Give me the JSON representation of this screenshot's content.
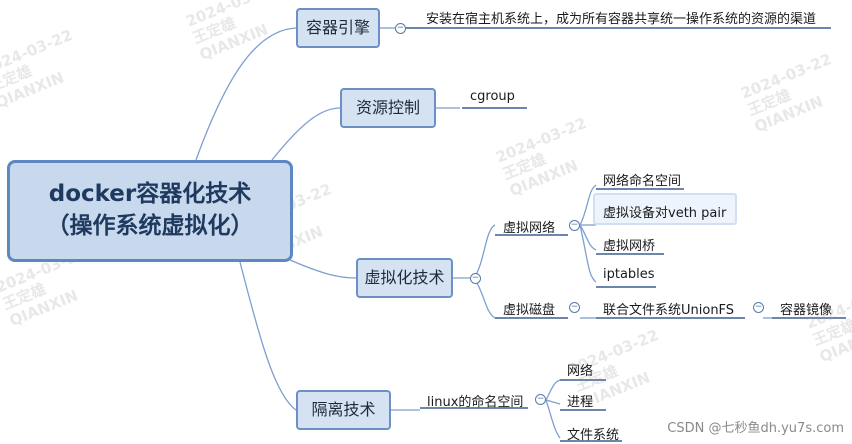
{
  "root": {
    "line1": "docker容器化技术",
    "line2": "（操作系统虚拟化）"
  },
  "branches": {
    "engine": {
      "label": "容器引擎",
      "detail": "安装在宿主机系统上，成为所有容器共享统一操作系统的资源的渠道"
    },
    "resource": {
      "label": "资源控制",
      "detail": "cgroup"
    },
    "virtualization": {
      "label": "虚拟化技术",
      "network": {
        "label": "虚拟网络",
        "items": [
          "网络命名空间",
          "虚拟设备对veth pair",
          "虚拟网桥",
          "iptables"
        ]
      },
      "disk": {
        "label": "虚拟磁盘",
        "union": "联合文件系统UnionFS",
        "image": "容器镜像"
      }
    },
    "isolation": {
      "label": "隔离技术",
      "namespace": "linux的命名空间",
      "items": [
        "网络",
        "进程",
        "文件系统"
      ]
    }
  },
  "watermark": {
    "date": "2024-03-22",
    "name": "王定雄",
    "org": "QIANXIN"
  },
  "credit": "CSDN @七秒鱼dh.yu7s.com",
  "colors": {
    "line": "#6f93c8",
    "underline": "#3f5f8f",
    "node_fill": "#d5e2f2",
    "node_border": "#6c90c6",
    "root_fill": "#c8d9ee"
  }
}
